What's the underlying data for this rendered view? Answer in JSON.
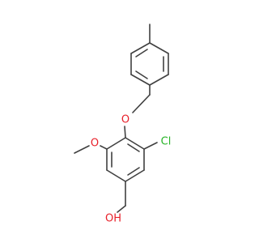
{
  "molecule": {
    "atoms": {
      "O_ether": "O",
      "O_methoxy": "O",
      "Cl": "Cl",
      "OH": "OH"
    },
    "colors": {
      "bond": "#404040",
      "oxygen": "#e8202a",
      "chlorine": "#28b428"
    }
  }
}
